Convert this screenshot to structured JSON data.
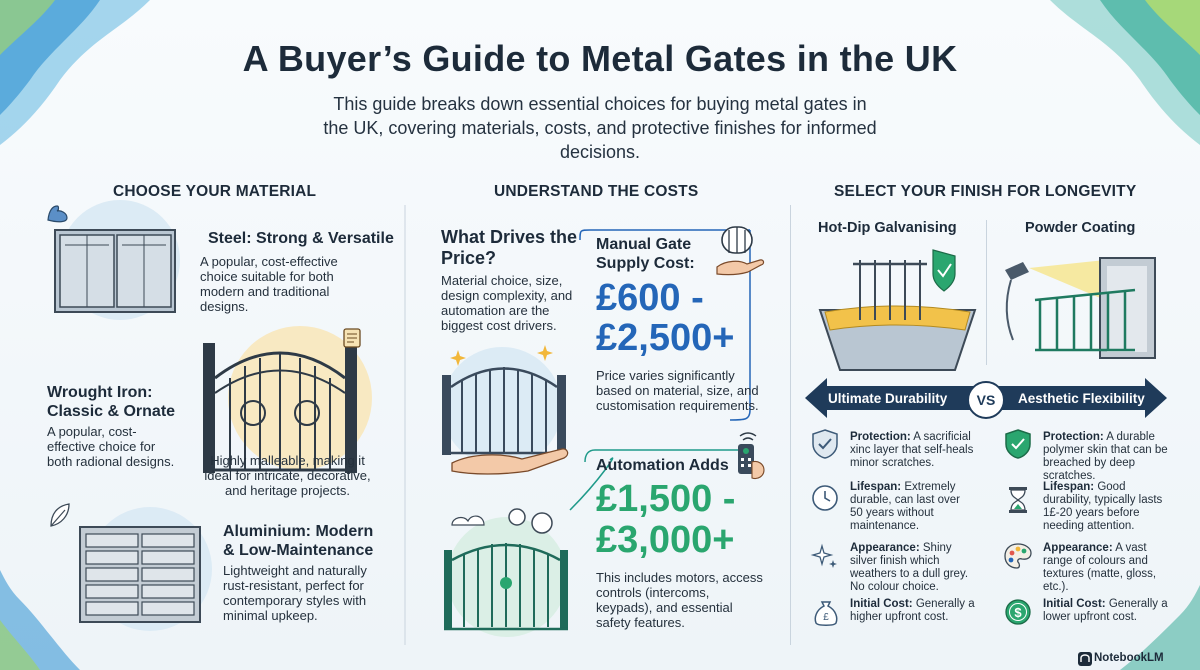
{
  "header": {
    "title": "A Buyer’s Guide to Metal Gates in the UK",
    "subtitle": "This guide breaks down essential choices for buying metal gates in the UK, covering materials, costs, and protective finishes for informed decisions."
  },
  "materials": {
    "heading": "CHOOSE YOUR MATERIAL",
    "steel": {
      "title": "Steel: Strong & Versatile",
      "body": "A popular, cost-effective choice suitable for both modern and traditional designs."
    },
    "wrought_iron": {
      "title": "Wrought Iron: Classic & Ornate",
      "body_left": "A popular, cost-effective choice for both radional designs.",
      "body_right": "Highly malleable, making it ideal for intricate, decorative, and heritage projects."
    },
    "aluminium": {
      "title": "Aluminium: Modern & Low-Maintenance",
      "body": "Lightweight and naturally rust-resistant, perfect for contemporary styles with minimal upkeep."
    }
  },
  "costs": {
    "heading": "UNDERSTAND THE COSTS",
    "drivers": {
      "title": "What Drives the Price?",
      "body": "Material choice, size, design complexity, and automation are the biggest cost drivers."
    },
    "manual": {
      "title": "Manual Gate Supply Cost:",
      "price_low": "£600 -",
      "price_high": "£2,500+",
      "note": "Price varies significantly based on material, size, and customisation requirements."
    },
    "automation": {
      "title": "Automation Adds",
      "price_low": "£1,500 -",
      "price_high": "£3,000+",
      "note": "This includes motors, access controls (intercoms, keypads), and essential safety features."
    }
  },
  "finish": {
    "heading": "SELECT YOUR FINISH FOR LONGEVITY",
    "galvanising": {
      "title": "Hot-Dip Galvanising",
      "banner": "Ultimate Durability",
      "items": [
        {
          "label": "Protection:",
          "text": "A sacrificial xinc layer that self-heals minor scratches.",
          "icon": "shield-check-icon"
        },
        {
          "label": "Lifespan:",
          "text": "Extremely durable, can last over 50 years without maintenance.",
          "icon": "clock-icon"
        },
        {
          "label": "Appearance:",
          "text": "Shiny silver finish which weathers to a dull grey. No colour choice.",
          "icon": "sparkle-icon"
        },
        {
          "label": "Initial Cost:",
          "text": "Generally a higher upfront cost.",
          "icon": "money-bag-icon"
        }
      ]
    },
    "vs_label": "VS",
    "powder": {
      "title": "Powder Coating",
      "banner": "Aesthetic Flexibility",
      "items": [
        {
          "label": "Protection:",
          "text": "A durable polymer skin that can be breached by deep scratches.",
          "icon": "shield-check-icon"
        },
        {
          "label": "Lifespan:",
          "text": "Good durability, typically lasts 1£-20 years before needing attention.",
          "icon": "hourglass-icon"
        },
        {
          "label": "Appearance:",
          "text": "A vast range of colours and textures (matte, gloss, etc.).",
          "icon": "palette-icon"
        },
        {
          "label": "Initial Cost:",
          "text": "Generally a lower upfront cost.",
          "icon": "dollar-coin-icon"
        }
      ]
    }
  },
  "brand": "NotebookLM",
  "colors": {
    "navy": "#1f3b5a",
    "teal": "#1f9a8a",
    "green": "#2aa66f",
    "blue_price": "#2466b8",
    "banner_blue": "#1f3b5a"
  }
}
